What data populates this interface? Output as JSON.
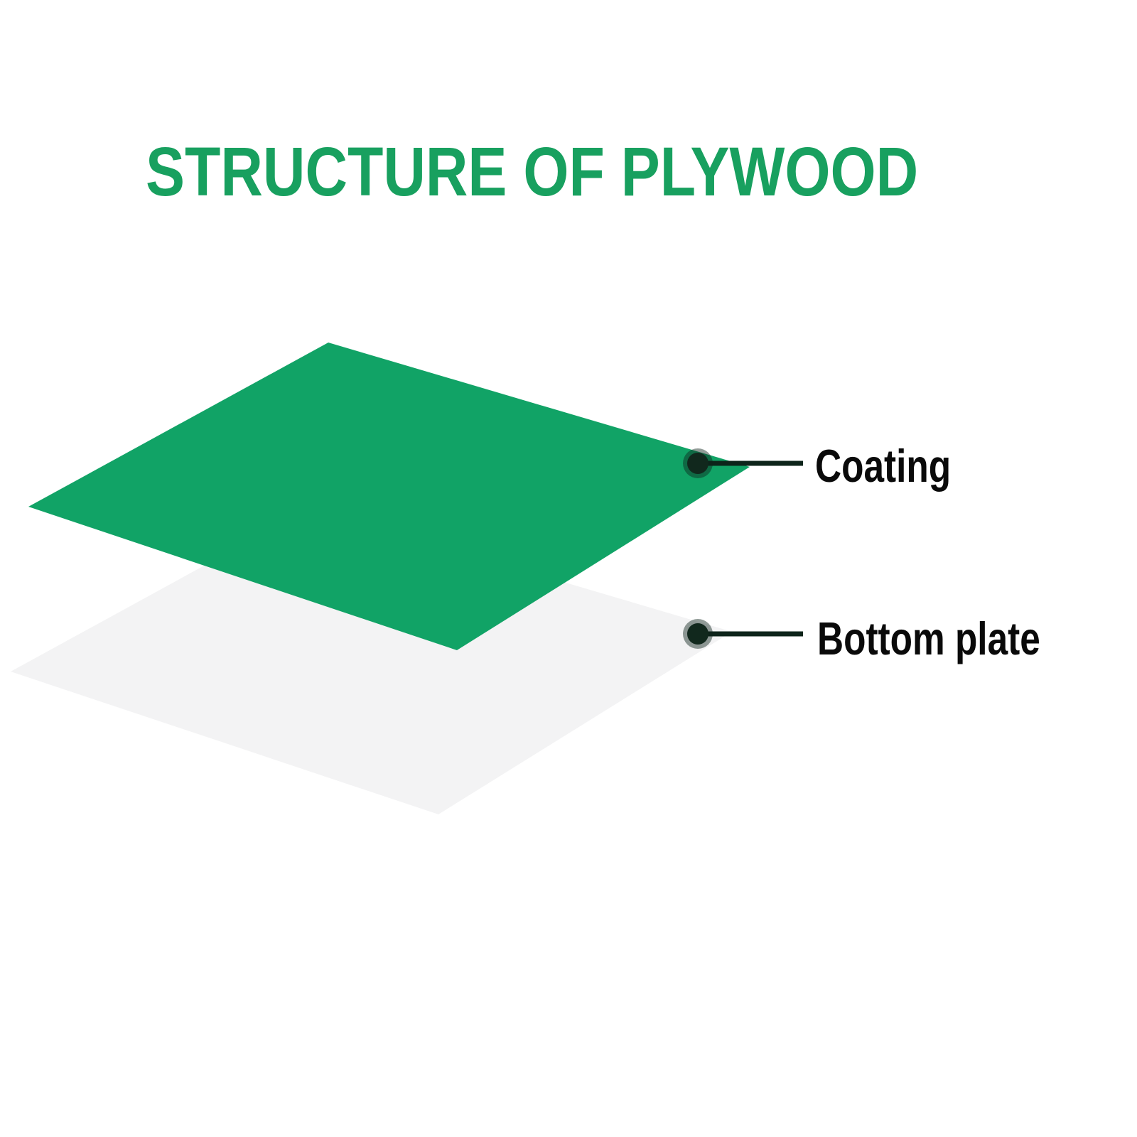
{
  "title": "STRUCTURE OF PLYWOOD",
  "colors": {
    "title_green": "#18A05F",
    "coating_green": "#11A366",
    "bottom_plate_gray": "#F3F3F4",
    "connector_dark": "#0D241A",
    "connector_dot_inner": "#11281D",
    "label_black": "#0A0A0A"
  },
  "diagram": {
    "layers": [
      {
        "name": "coating",
        "label": "Coating"
      },
      {
        "name": "bottom_plate",
        "label": "Bottom plate"
      }
    ]
  }
}
